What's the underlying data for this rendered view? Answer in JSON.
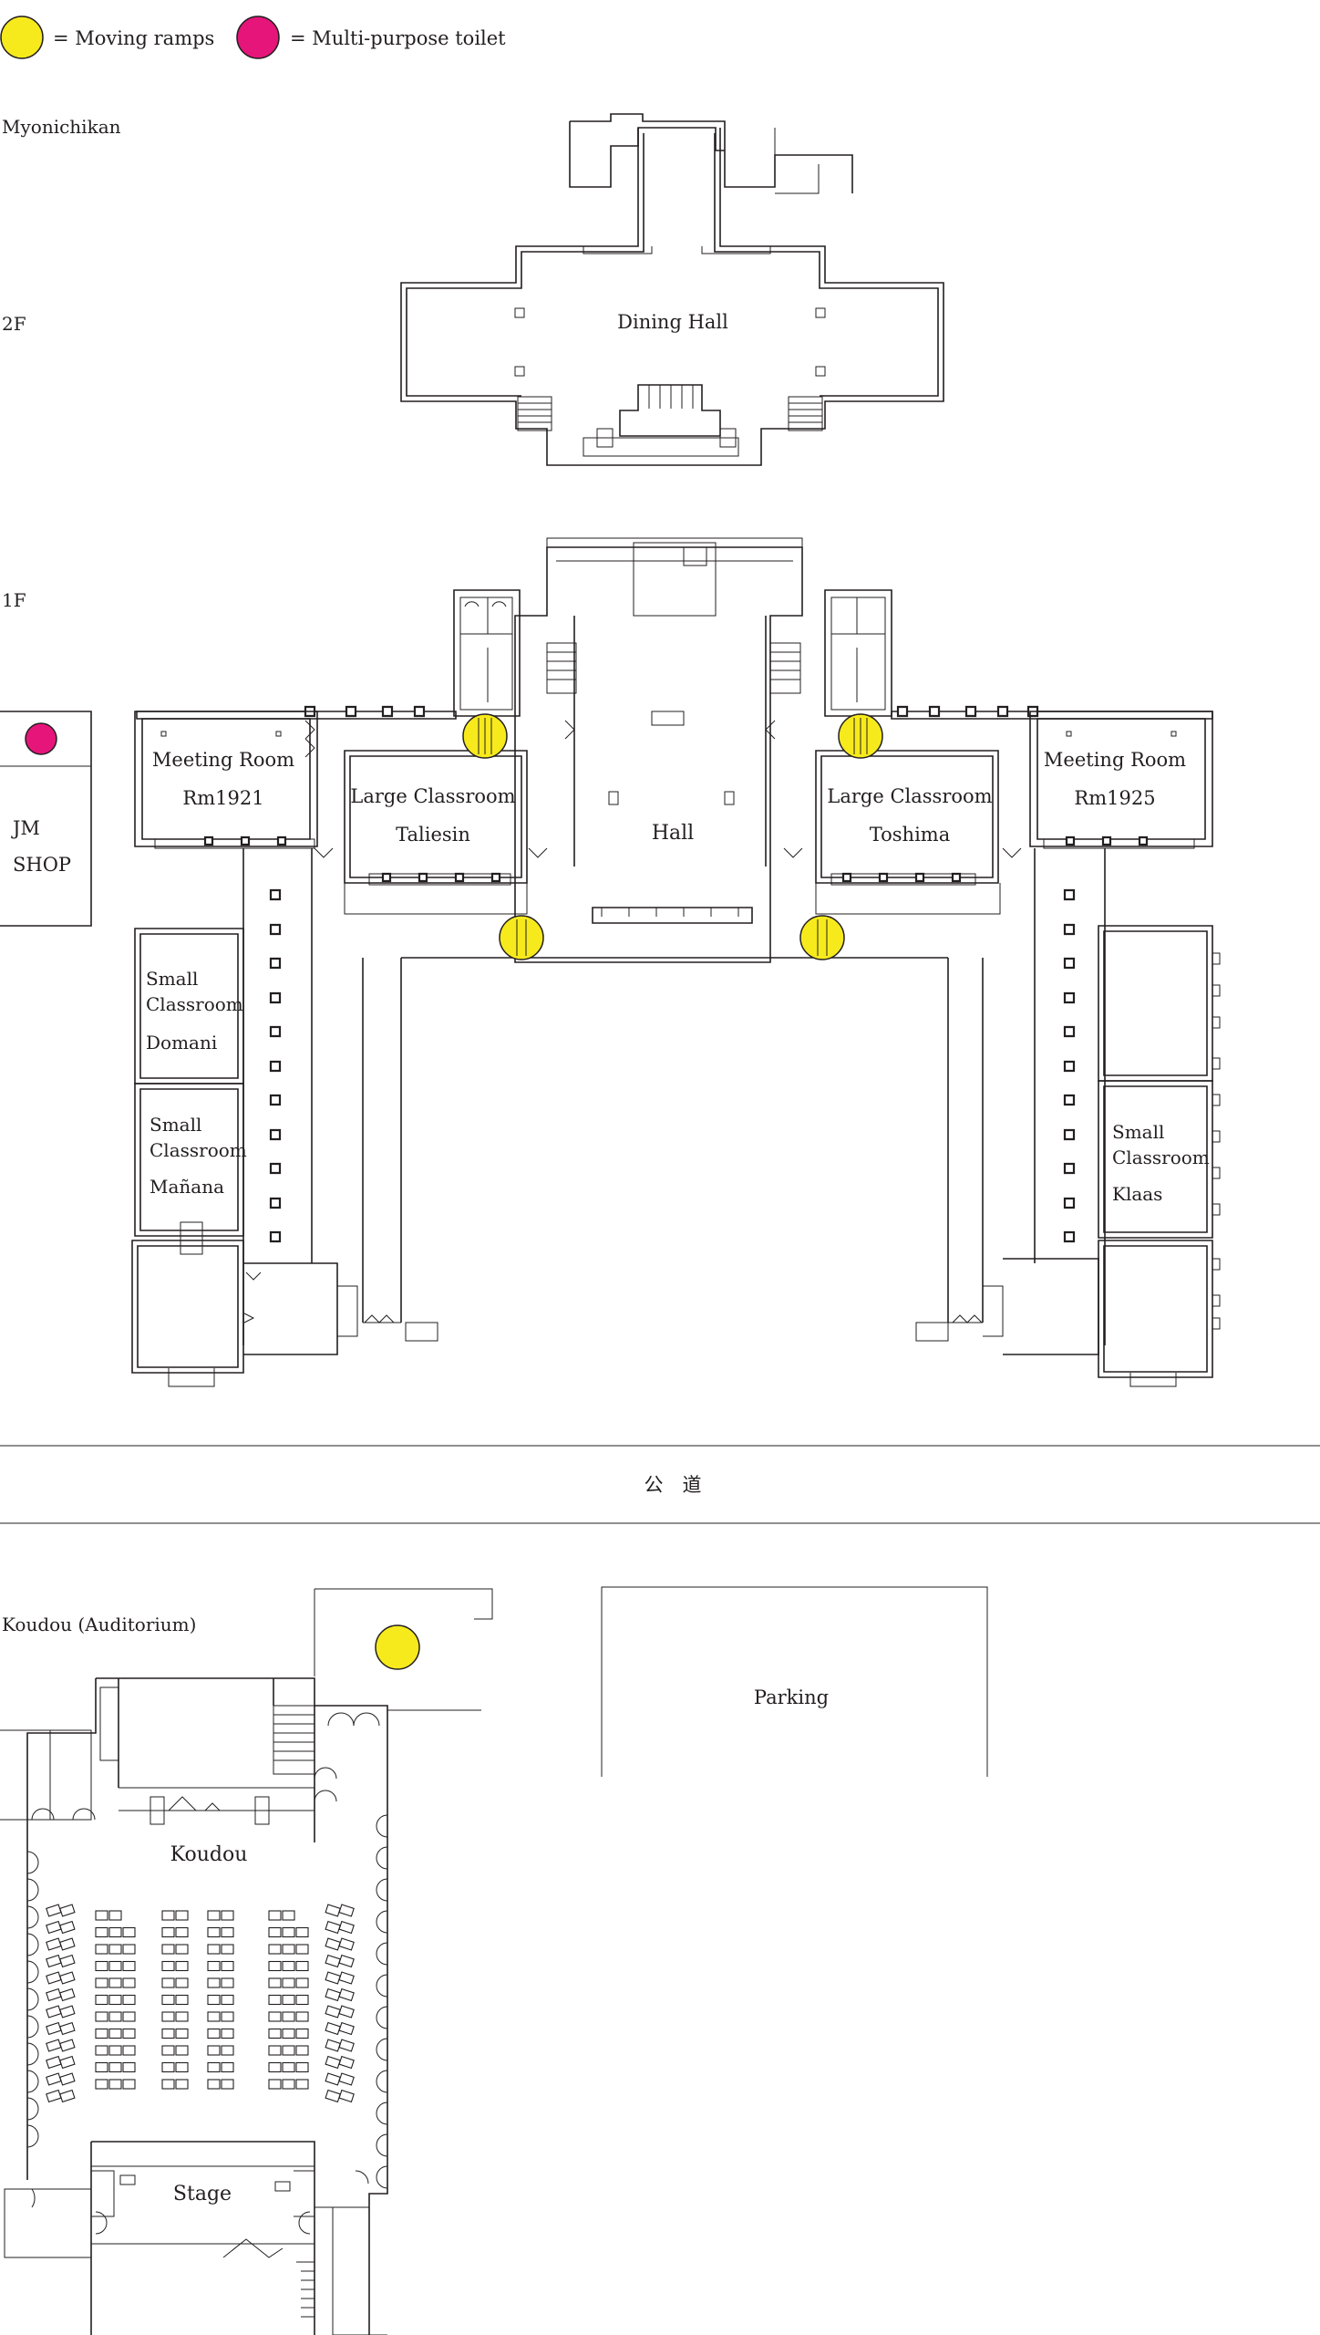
{
  "colors": {
    "ramp": "#f7ea1c",
    "toilet": "#e5157a",
    "line": "#231f20",
    "background": "#ffffff"
  },
  "legend": {
    "ramp_label": "= Moving ramps",
    "toilet_label": "= Multi-purpose toilet"
  },
  "sections": {
    "myonichikan": "Myonichikan",
    "floor_2f": "2F",
    "floor_1f": "1F",
    "koudou": "Koudou (Auditorium)"
  },
  "rooms": {
    "dining_hall": "Dining Hall",
    "meeting_1921_name": "Meeting Room",
    "meeting_1921_num": "Rm1921",
    "meeting_1925_name": "Meeting Room",
    "meeting_1925_num": "Rm1925",
    "large_taliesin_name": "Large Classroom",
    "large_taliesin_sub": "Taliesin",
    "large_toshima_name": "Large Classroom",
    "large_toshima_sub": "Toshima",
    "hall": "Hall",
    "jm_shop_1": "JM",
    "jm_shop_2": "SHOP",
    "domani_1": "Small",
    "domani_2": "Classroom",
    "domani_3": "Domani",
    "manana_1": "Small",
    "manana_2": "Classroom",
    "manana_3": "Mañana",
    "klaas_1": "Small",
    "klaas_2": "Classroom",
    "klaas_3": "Klaas",
    "public_road": "公　道",
    "parking": "Parking",
    "koudou_hall": "Koudou",
    "stage": "Stage"
  }
}
